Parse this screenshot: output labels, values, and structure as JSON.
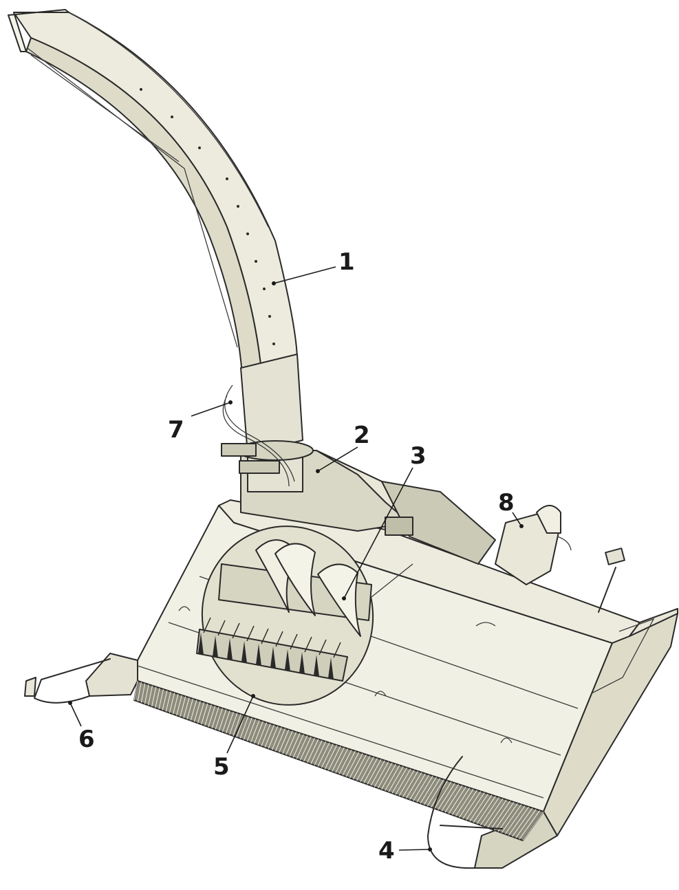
{
  "diagram": {
    "colors": {
      "body": "#ecebdd",
      "body_light": "#f4f3e8",
      "body_shade": "#d9d8c6",
      "body_dark": "#bfbea9",
      "knife_teeth": "#8c8b7c",
      "ink": "#2a2a2a"
    },
    "callouts": [
      {
        "id": "1",
        "label": "1"
      },
      {
        "id": "2",
        "label": "2"
      },
      {
        "id": "3",
        "label": "3"
      },
      {
        "id": "4",
        "label": "4"
      },
      {
        "id": "5",
        "label": "5"
      },
      {
        "id": "6",
        "label": "6"
      },
      {
        "id": "7",
        "label": "7"
      },
      {
        "id": "8",
        "label": "8"
      }
    ]
  }
}
